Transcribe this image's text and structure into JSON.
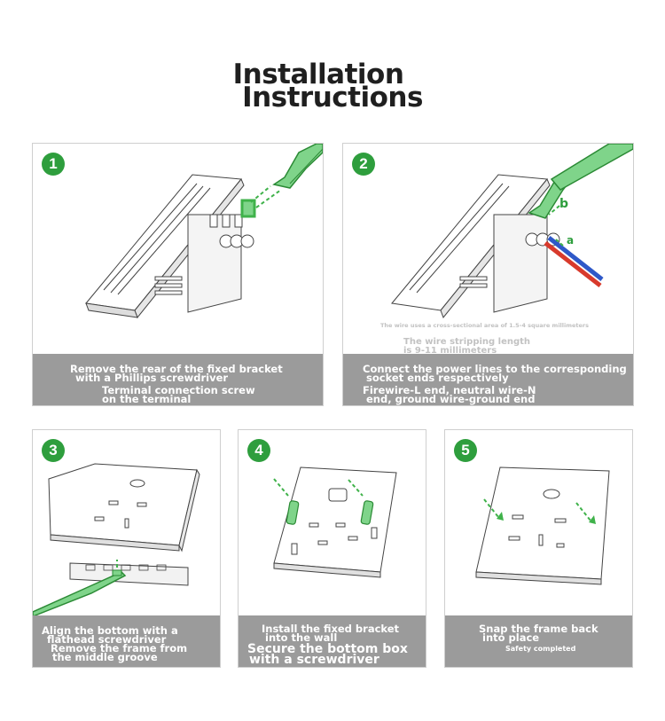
{
  "title": {
    "line1": "Installation",
    "line2": "Instructions"
  },
  "steps": [
    {
      "number": "1",
      "caption_line1": "Remove the rear of the fixed bracket",
      "caption_line2": "with a Phillips screwdriver",
      "caption_line3": "Terminal connection screw",
      "caption_line4": "on the terminal"
    },
    {
      "number": "2",
      "label_a": "a",
      "label_b": "b",
      "diagram_note": "The wire uses a cross-sectional area of 1.5-4 square millimeters",
      "strip_line1": "The wire stripping length",
      "strip_line2": "is 9-11 millimeters",
      "caption_line1": "Connect the power lines to the corresponding",
      "caption_line2": "socket ends respectively",
      "caption_line3": "Firewire-L end, neutral wire-N",
      "caption_line4": "end, ground wire-ground end"
    },
    {
      "number": "3",
      "caption_line1": "Align the bottom with a",
      "caption_line2": "flathead screwdriver",
      "caption_line3": "Remove the frame from",
      "caption_line4": "the middle groove"
    },
    {
      "number": "4",
      "caption_line1": "Install the fixed bracket",
      "caption_line2": "into the wall",
      "caption_line3": "Secure the bottom box",
      "caption_line4": "with a screwdriver"
    },
    {
      "number": "5",
      "caption_line1": "Snap the frame back",
      "caption_line2": "into place",
      "caption_line3": "Safety completed"
    }
  ],
  "colors": {
    "badge": "#2e9e3d",
    "caption_bg": "#9b9b9b",
    "screwdriver": "#3fb24a",
    "wire_red": "#d83a2c",
    "wire_blue": "#2e58c8"
  }
}
